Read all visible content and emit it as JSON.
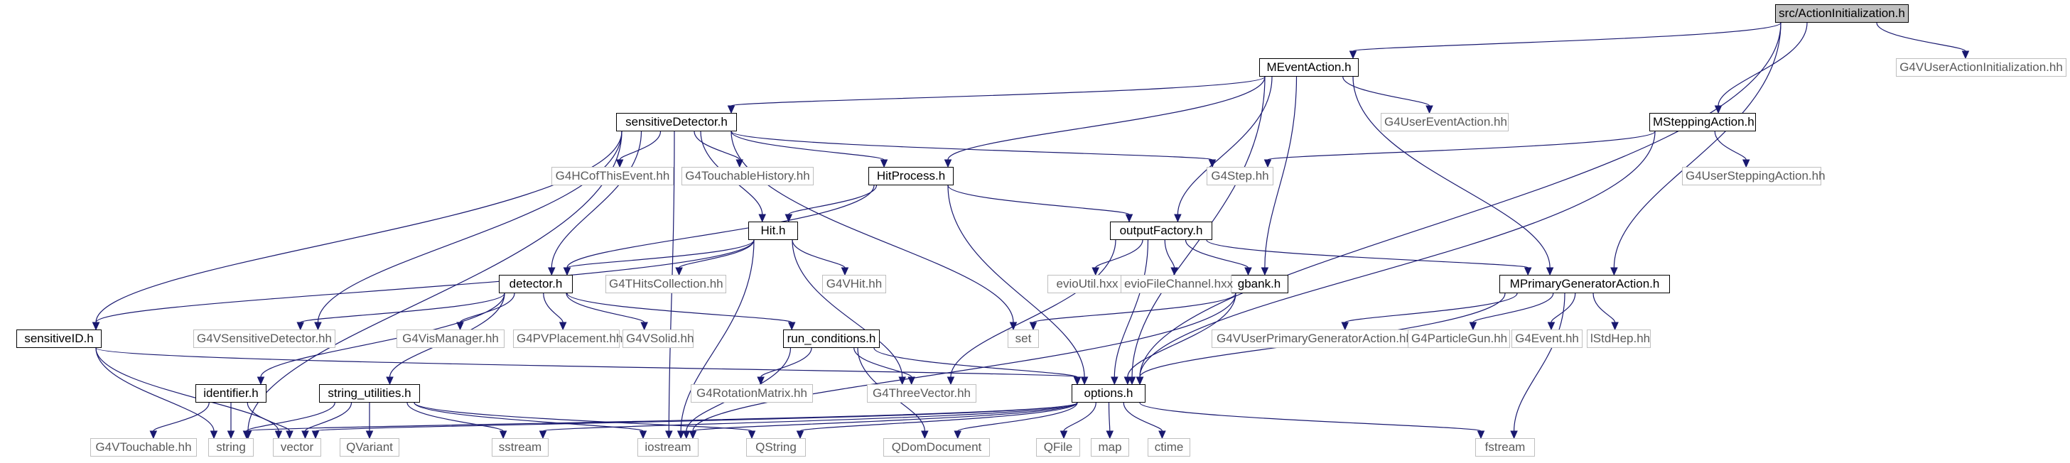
{
  "diagram": {
    "kind": "include-dependency-graph",
    "nodes": [
      {
        "id": "actioninit",
        "label": "src/ActionInitialization.h",
        "style": "root"
      },
      {
        "id": "meventaction",
        "label": "MEventAction.h",
        "style": "local"
      },
      {
        "id": "g4useractioninit",
        "label": "G4VUserActionInitialization.hh",
        "style": "system"
      },
      {
        "id": "sensdet",
        "label": "sensitiveDetector.h",
        "style": "local"
      },
      {
        "id": "g4usereventaction",
        "label": "G4UserEventAction.hh",
        "style": "system"
      },
      {
        "id": "msteppingaction",
        "label": "MSteppingAction.h",
        "style": "local"
      },
      {
        "id": "g4hcofthisevent",
        "label": "G4HCofThisEvent.hh",
        "style": "system"
      },
      {
        "id": "g4touchablehistory",
        "label": "G4TouchableHistory.hh",
        "style": "system"
      },
      {
        "id": "hitprocess",
        "label": "HitProcess.h",
        "style": "local"
      },
      {
        "id": "g4step",
        "label": "G4Step.hh",
        "style": "system"
      },
      {
        "id": "g4usersteppingaction",
        "label": "G4UserSteppingAction.hh",
        "style": "system"
      },
      {
        "id": "hit",
        "label": "Hit.h",
        "style": "local"
      },
      {
        "id": "outputfactory",
        "label": "outputFactory.h",
        "style": "local"
      },
      {
        "id": "detector",
        "label": "detector.h",
        "style": "local"
      },
      {
        "id": "g4thitscollection",
        "label": "G4THitsCollection.hh",
        "style": "system"
      },
      {
        "id": "g4vhit",
        "label": "G4VHit.hh",
        "style": "system"
      },
      {
        "id": "gbank",
        "label": "gbank.h",
        "style": "local"
      },
      {
        "id": "evioutil",
        "label": "evioUtil.hxx",
        "style": "system"
      },
      {
        "id": "eviofilechannel",
        "label": "evioFileChannel.hxx",
        "style": "system"
      },
      {
        "id": "mprimarygen",
        "label": "MPrimaryGeneratorAction.h",
        "style": "local"
      },
      {
        "id": "sensitiveid",
        "label": "sensitiveID.h",
        "style": "local"
      },
      {
        "id": "g4vsensdet",
        "label": "G4VSensitiveDetector.hh",
        "style": "system"
      },
      {
        "id": "g4vismanager",
        "label": "G4VisManager.hh",
        "style": "system"
      },
      {
        "id": "g4pvplacement",
        "label": "G4PVPlacement.hh",
        "style": "system"
      },
      {
        "id": "g4vsolid",
        "label": "G4VSolid.hh",
        "style": "system"
      },
      {
        "id": "runconditions",
        "label": "run_conditions.h",
        "style": "local"
      },
      {
        "id": "set",
        "label": "set",
        "style": "system"
      },
      {
        "id": "g4vuserprimarygen",
        "label": "G4VUserPrimaryGeneratorAction.hh",
        "style": "system"
      },
      {
        "id": "g4particlegun",
        "label": "G4ParticleGun.hh",
        "style": "system"
      },
      {
        "id": "g4event",
        "label": "G4Event.hh",
        "style": "system"
      },
      {
        "id": "lstdhep",
        "label": "lStdHep.hh",
        "style": "system"
      },
      {
        "id": "identifier",
        "label": "identifier.h",
        "style": "local"
      },
      {
        "id": "stringutil",
        "label": "string_utilities.h",
        "style": "local"
      },
      {
        "id": "g4rotationmatrix",
        "label": "G4RotationMatrix.hh",
        "style": "system"
      },
      {
        "id": "g4threevector",
        "label": "G4ThreeVector.hh",
        "style": "system"
      },
      {
        "id": "options",
        "label": "options.h",
        "style": "local"
      },
      {
        "id": "g4vtouchable",
        "label": "G4VTouchable.hh",
        "style": "system"
      },
      {
        "id": "string",
        "label": "string",
        "style": "system"
      },
      {
        "id": "vector",
        "label": "vector",
        "style": "system"
      },
      {
        "id": "qvariant",
        "label": "QVariant",
        "style": "system"
      },
      {
        "id": "sstream",
        "label": "sstream",
        "style": "system"
      },
      {
        "id": "iostream",
        "label": "iostream",
        "style": "system"
      },
      {
        "id": "qstring",
        "label": "QString",
        "style": "system"
      },
      {
        "id": "qdomdocument",
        "label": "QDomDocument",
        "style": "system"
      },
      {
        "id": "qfile",
        "label": "QFile",
        "style": "system"
      },
      {
        "id": "map",
        "label": "map",
        "style": "system"
      },
      {
        "id": "ctime",
        "label": "ctime",
        "style": "system"
      },
      {
        "id": "fstream",
        "label": "fstream",
        "style": "system"
      }
    ],
    "edges": [
      [
        "actioninit",
        "meventaction"
      ],
      [
        "actioninit",
        "g4useractioninit"
      ],
      [
        "actioninit",
        "msteppingaction"
      ],
      [
        "actioninit",
        "mprimarygen"
      ],
      [
        "actioninit",
        "options"
      ],
      [
        "meventaction",
        "sensdet"
      ],
      [
        "meventaction",
        "g4usereventaction"
      ],
      [
        "meventaction",
        "hitprocess"
      ],
      [
        "meventaction",
        "outputfactory"
      ],
      [
        "meventaction",
        "gbank"
      ],
      [
        "meventaction",
        "mprimarygen"
      ],
      [
        "meventaction",
        "options"
      ],
      [
        "msteppingaction",
        "g4step"
      ],
      [
        "msteppingaction",
        "g4usersteppingaction"
      ],
      [
        "msteppingaction",
        "options"
      ],
      [
        "sensdet",
        "g4hcofthisevent"
      ],
      [
        "sensdet",
        "g4touchablehistory"
      ],
      [
        "sensdet",
        "hitprocess"
      ],
      [
        "sensdet",
        "g4step"
      ],
      [
        "sensdet",
        "hit"
      ],
      [
        "sensdet",
        "detector"
      ],
      [
        "sensdet",
        "sensitiveid"
      ],
      [
        "sensdet",
        "g4vsensdet"
      ],
      [
        "sensdet",
        "set"
      ],
      [
        "sensdet",
        "string"
      ],
      [
        "sensdet",
        "iostream"
      ],
      [
        "hitprocess",
        "hit"
      ],
      [
        "hitprocess",
        "detector"
      ],
      [
        "hitprocess",
        "outputfactory"
      ],
      [
        "hitprocess",
        "options"
      ],
      [
        "hit",
        "detector"
      ],
      [
        "hit",
        "g4thitscollection"
      ],
      [
        "hit",
        "g4vhit"
      ],
      [
        "hit",
        "sensitiveid"
      ],
      [
        "hit",
        "g4threevector"
      ],
      [
        "hit",
        "iostream"
      ],
      [
        "outputfactory",
        "evioutil"
      ],
      [
        "outputfactory",
        "eviofilechannel"
      ],
      [
        "outputfactory",
        "gbank"
      ],
      [
        "outputfactory",
        "mprimarygen"
      ],
      [
        "outputfactory",
        "g4threevector"
      ],
      [
        "outputfactory",
        "options"
      ],
      [
        "detector",
        "g4vsensdet"
      ],
      [
        "detector",
        "g4vismanager"
      ],
      [
        "detector",
        "g4pvplacement"
      ],
      [
        "detector",
        "g4vsolid"
      ],
      [
        "detector",
        "runconditions"
      ],
      [
        "detector",
        "identifier"
      ],
      [
        "detector",
        "stringutil"
      ],
      [
        "gbank",
        "set"
      ],
      [
        "gbank",
        "options"
      ],
      [
        "gbank",
        "iostream"
      ],
      [
        "mprimarygen",
        "g4vuserprimarygen"
      ],
      [
        "mprimarygen",
        "g4particlegun"
      ],
      [
        "mprimarygen",
        "g4event"
      ],
      [
        "mprimarygen",
        "lstdhep"
      ],
      [
        "mprimarygen",
        "options"
      ],
      [
        "mprimarygen",
        "fstream"
      ],
      [
        "sensitiveid",
        "options"
      ],
      [
        "sensitiveid",
        "string"
      ],
      [
        "sensitiveid",
        "vector"
      ],
      [
        "runconditions",
        "g4rotationmatrix"
      ],
      [
        "runconditions",
        "g4threevector"
      ],
      [
        "runconditions",
        "options"
      ],
      [
        "runconditions",
        "qdomdocument"
      ],
      [
        "runconditions",
        "iostream"
      ],
      [
        "identifier",
        "g4vtouchable"
      ],
      [
        "identifier",
        "string"
      ],
      [
        "identifier",
        "vector"
      ],
      [
        "stringutil",
        "string"
      ],
      [
        "stringutil",
        "vector"
      ],
      [
        "stringutil",
        "qvariant"
      ],
      [
        "stringutil",
        "sstream"
      ],
      [
        "stringutil",
        "iostream"
      ],
      [
        "stringutil",
        "qstring"
      ],
      [
        "options",
        "string"
      ],
      [
        "options",
        "vector"
      ],
      [
        "options",
        "sstream"
      ],
      [
        "options",
        "iostream"
      ],
      [
        "options",
        "qstring"
      ],
      [
        "options",
        "qdomdocument"
      ],
      [
        "options",
        "qfile"
      ],
      [
        "options",
        "map"
      ],
      [
        "options",
        "ctime"
      ],
      [
        "options",
        "fstream"
      ]
    ]
  }
}
